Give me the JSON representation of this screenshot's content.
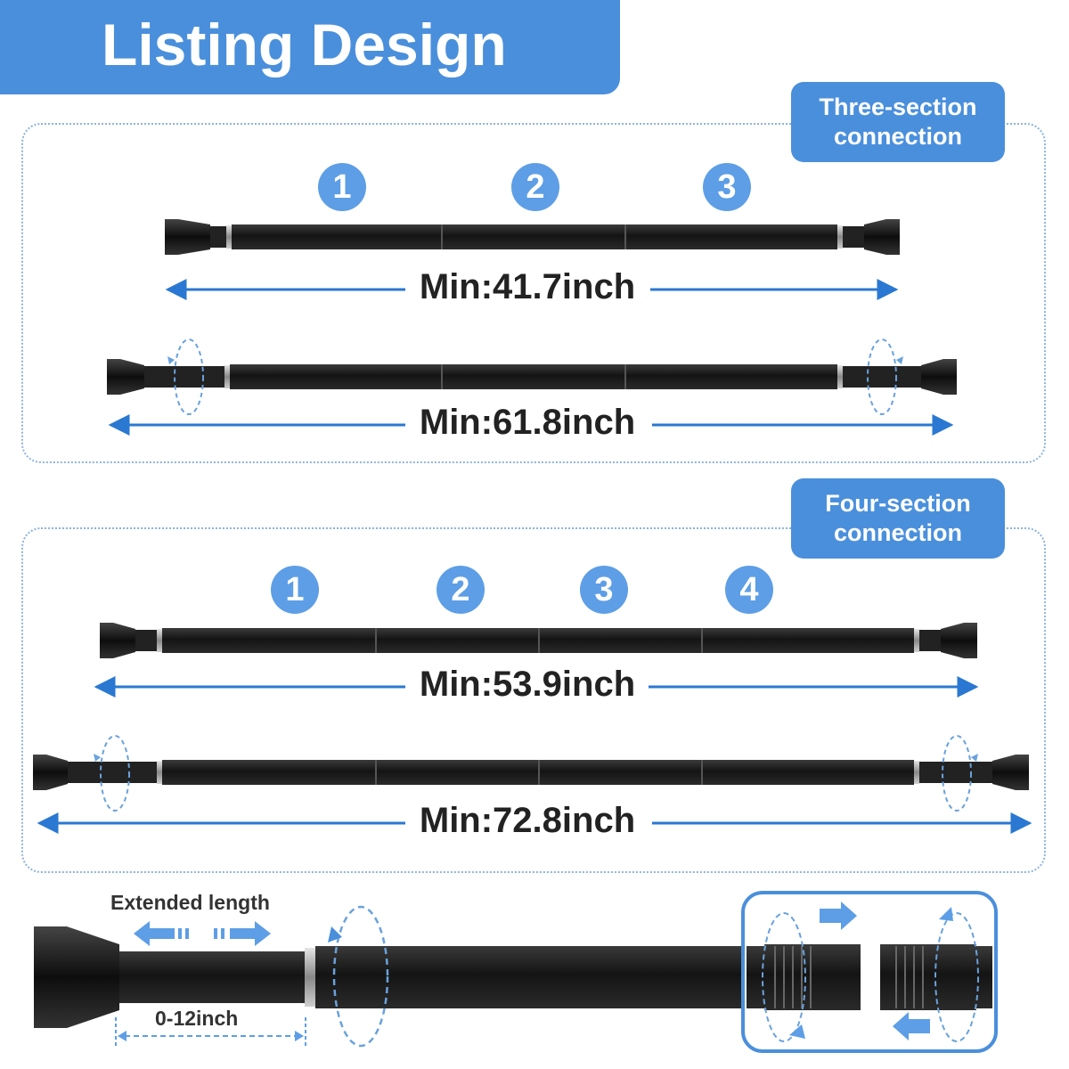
{
  "header": {
    "title": "Listing Design"
  },
  "three_section": {
    "label_line1": "Three-section",
    "label_line2": "connection",
    "badges": [
      "1",
      "2",
      "3"
    ],
    "measure_short": "Min:41.7inch",
    "measure_long": "Min:61.8inch"
  },
  "four_section": {
    "label_line1": "Four-section",
    "label_line2": "connection",
    "badges": [
      "1",
      "2",
      "3",
      "4"
    ],
    "measure_short": "Min:53.9inch",
    "measure_long": "Min:72.8inch"
  },
  "detail": {
    "extended_label": "Extended length",
    "range_label": "0-12inch"
  },
  "colors": {
    "accent": "#4a8fdc",
    "badge": "#5d9ee6",
    "rod": "#1c1c1c",
    "arrow": "#2a78d2"
  }
}
